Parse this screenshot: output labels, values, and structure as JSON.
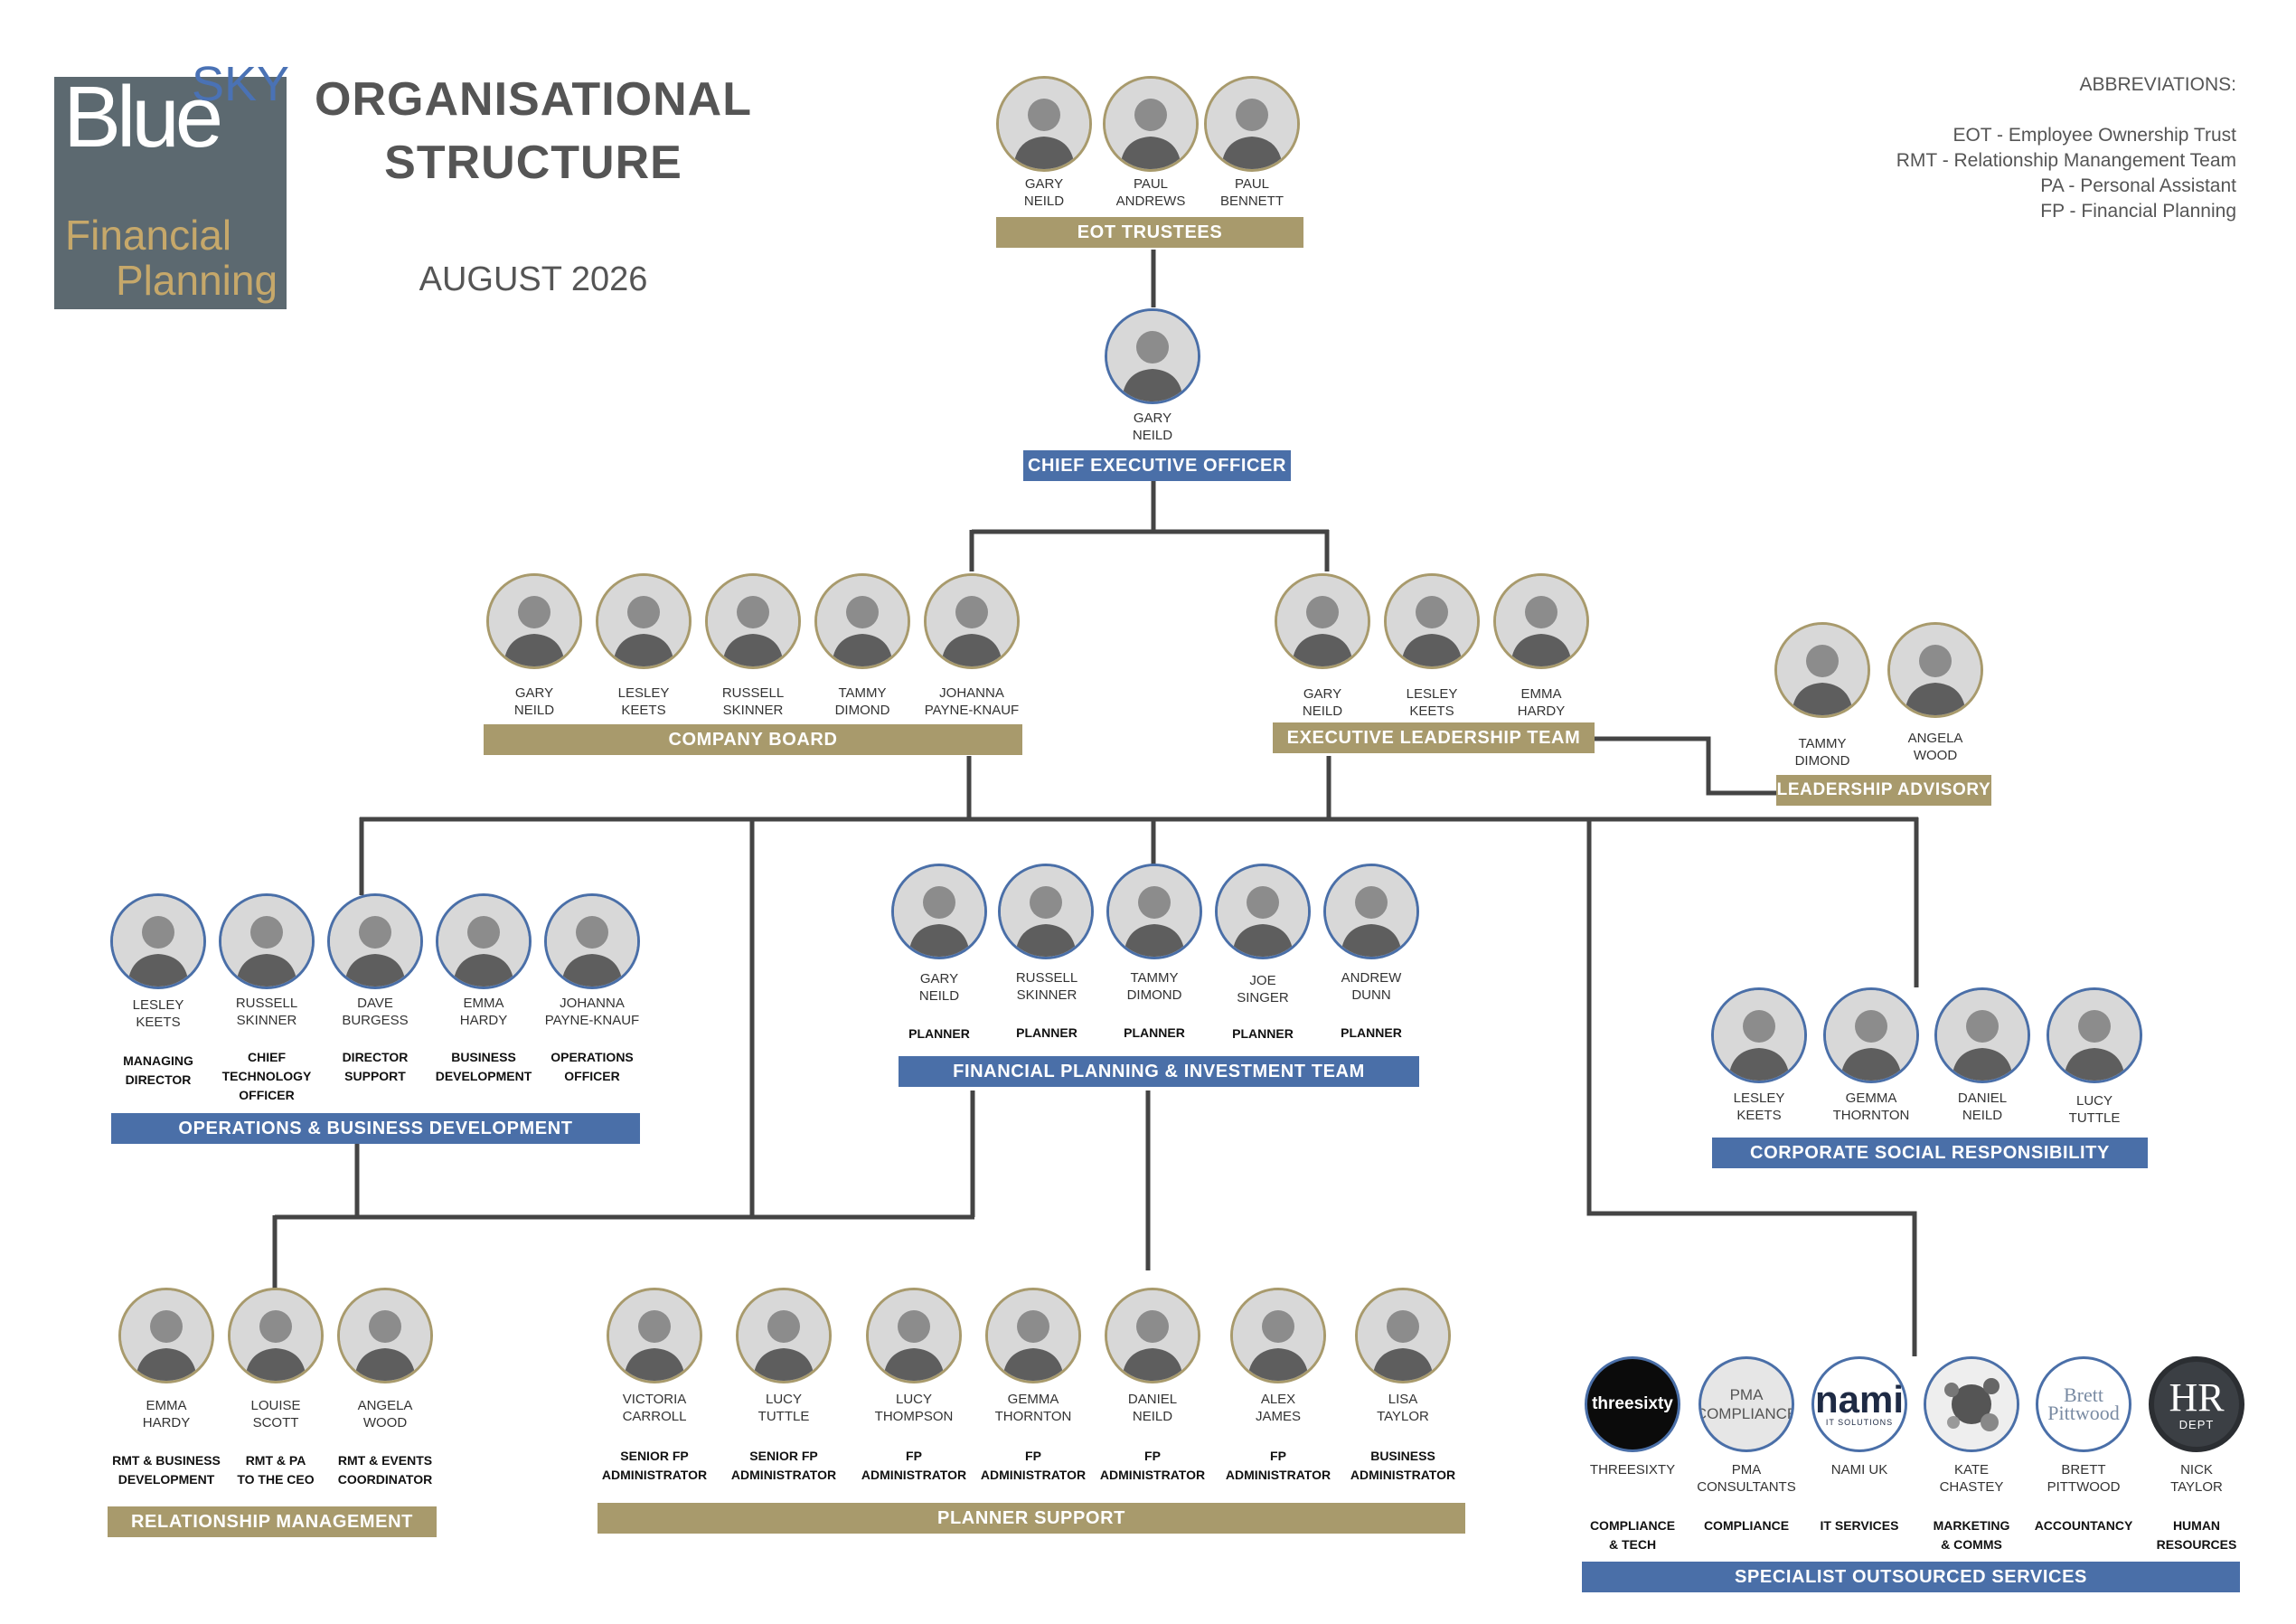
{
  "header": {
    "logo_blue": "Blue",
    "logo_sky": "SKY",
    "logo_financial": "Financial",
    "logo_planning": "Planning",
    "title_line1": "ORGANISATIONAL",
    "title_line2": "STRUCTURE",
    "date": "AUGUST 2026"
  },
  "abbreviations": {
    "heading": "ABBREVIATIONS:",
    "items": [
      "EOT - Employee Ownership Trust",
      "RMT - Relationship Manangement Team",
      "PA - Personal Assistant",
      "FP - Financial Planning"
    ]
  },
  "colors": {
    "gold": "#a89a6c",
    "blue": "#4a6fa8",
    "line": "#444444"
  },
  "eot": {
    "label": "EOT TRUSTEES",
    "members": [
      {
        "first": "GARY",
        "last": "NEILD"
      },
      {
        "first": "PAUL",
        "last": "ANDREWS"
      },
      {
        "first": "PAUL",
        "last": "BENNETT"
      }
    ]
  },
  "ceo": {
    "first": "GARY",
    "last": "NEILD",
    "label": "CHIEF EXECUTIVE OFFICER"
  },
  "board": {
    "label": "COMPANY BOARD",
    "members": [
      {
        "first": "GARY",
        "last": "NEILD"
      },
      {
        "first": "LESLEY",
        "last": "KEETS"
      },
      {
        "first": "RUSSELL",
        "last": "SKINNER"
      },
      {
        "first": "TAMMY",
        "last": "DIMOND"
      },
      {
        "first": "JOHANNA",
        "last": "PAYNE-KNAUF"
      }
    ]
  },
  "elt": {
    "label": "EXECUTIVE LEADERSHIP TEAM",
    "members": [
      {
        "first": "GARY",
        "last": "NEILD"
      },
      {
        "first": "LESLEY",
        "last": "KEETS"
      },
      {
        "first": "EMMA",
        "last": "HARDY"
      }
    ]
  },
  "advisory": {
    "label": "LEADERSHIP ADVISORY",
    "members": [
      {
        "first": "TAMMY",
        "last": "DIMOND"
      },
      {
        "first": "ANGELA",
        "last": "WOOD"
      }
    ]
  },
  "ops": {
    "label": "OPERATIONS & BUSINESS DEVELOPMENT",
    "members": [
      {
        "first": "LESLEY",
        "last": "KEETS",
        "role1": "MANAGING",
        "role2": "DIRECTOR",
        "role3": ""
      },
      {
        "first": "RUSSELL",
        "last": "SKINNER",
        "role1": "CHIEF",
        "role2": "TECHNOLOGY",
        "role3": "OFFICER"
      },
      {
        "first": "DAVE",
        "last": "BURGESS",
        "role1": "DIRECTOR",
        "role2": "SUPPORT",
        "role3": ""
      },
      {
        "first": "EMMA",
        "last": "HARDY",
        "role1": "BUSINESS",
        "role2": "DEVELOPMENT",
        "role3": ""
      },
      {
        "first": "JOHANNA",
        "last": "PAYNE-KNAUF",
        "role1": "OPERATIONS",
        "role2": "OFFICER",
        "role3": ""
      }
    ]
  },
  "fpit": {
    "label": "FINANCIAL PLANNING & INVESTMENT TEAM",
    "members": [
      {
        "first": "GARY",
        "last": "NEILD",
        "role": "PLANNER"
      },
      {
        "first": "RUSSELL",
        "last": "SKINNER",
        "role": "PLANNER"
      },
      {
        "first": "TAMMY",
        "last": "DIMOND",
        "role": "PLANNER"
      },
      {
        "first": "JOE",
        "last": "SINGER",
        "role": "PLANNER"
      },
      {
        "first": "ANDREW",
        "last": "DUNN",
        "role": "PLANNER"
      }
    ]
  },
  "csr": {
    "label": "CORPORATE SOCIAL RESPONSIBILITY",
    "members": [
      {
        "first": "LESLEY",
        "last": "KEETS"
      },
      {
        "first": "GEMMA",
        "last": "THORNTON"
      },
      {
        "first": "DANIEL",
        "last": "NEILD"
      },
      {
        "first": "LUCY",
        "last": "TUTTLE"
      }
    ]
  },
  "rm": {
    "label": "RELATIONSHIP MANAGEMENT",
    "members": [
      {
        "first": "EMMA",
        "last": "HARDY",
        "role1": "RMT & BUSINESS",
        "role2": "DEVELOPMENT"
      },
      {
        "first": "LOUISE",
        "last": "SCOTT",
        "role1": "RMT & PA",
        "role2": "TO THE CEO"
      },
      {
        "first": "ANGELA",
        "last": "WOOD",
        "role1": "RMT & EVENTS",
        "role2": "COORDINATOR"
      }
    ]
  },
  "ps": {
    "label": "PLANNER SUPPORT",
    "members": [
      {
        "first": "VICTORIA",
        "last": "CARROLL",
        "role1": "SENIOR FP",
        "role2": "ADMINISTRATOR"
      },
      {
        "first": "LUCY",
        "last": "TUTTLE",
        "role1": "SENIOR FP",
        "role2": "ADMINISTRATOR"
      },
      {
        "first": "LUCY",
        "last": "THOMPSON",
        "role1": "FP",
        "role2": "ADMINISTRATOR"
      },
      {
        "first": "GEMMA",
        "last": "THORNTON",
        "role1": "FP",
        "role2": "ADMINISTRATOR"
      },
      {
        "first": "DANIEL",
        "last": "NEILD",
        "role1": "FP",
        "role2": "ADMINISTRATOR"
      },
      {
        "first": "ALEX",
        "last": "JAMES",
        "role1": "FP",
        "role2": "ADMINISTRATOR"
      },
      {
        "first": "LISA",
        "last": "TAYLOR",
        "role1": "BUSINESS",
        "role2": "ADMINISTRATOR"
      }
    ]
  },
  "sos": {
    "label": "SPECIALIST OUTSOURCED SERVICES",
    "members": [
      {
        "logo": "threesixty",
        "name1": "THREESIXTY",
        "name2": "",
        "role1": "COMPLIANCE",
        "role2": "& TECH"
      },
      {
        "logo1": "PMA",
        "logo2": "COMPLIANCE",
        "name1": "PMA",
        "name2": "CONSULTANTS",
        "role1": "COMPLIANCE",
        "role2": ""
      },
      {
        "logo": "nami",
        "logo_sub": "IT SOLUTIONS",
        "name1": "NAMI UK",
        "name2": "",
        "role1": "IT SERVICES",
        "role2": ""
      },
      {
        "name1": "KATE",
        "name2": "CHASTEY",
        "role1": "MARKETING",
        "role2": "& COMMS"
      },
      {
        "logo1": "Brett",
        "logo2": "Pittwood",
        "name1": "BRETT",
        "name2": "PITTWOOD",
        "role1": "ACCOUNTANCY",
        "role2": ""
      },
      {
        "logo": "HR",
        "logo_sub": "DEPT",
        "name1": "NICK",
        "name2": "TAYLOR",
        "role1": "HUMAN",
        "role2": "RESOURCES"
      }
    ]
  }
}
